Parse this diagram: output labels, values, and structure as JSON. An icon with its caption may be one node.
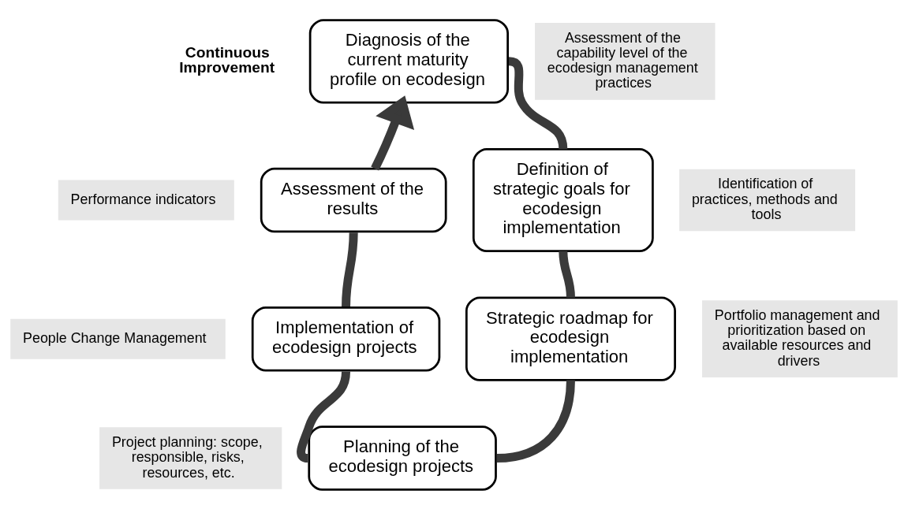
{
  "diagram": {
    "nodes": [
      {
        "text": [
          "Diagnosis of the current maturity profile on ecodesign"
        ],
        "beside": [
          "Assessment of the capability level of the ecodesign management practices"
        ]
      },
      {
        "text": [
          "Definition of strategic goals for ecodesign implementation"
        ],
        "beside": [
          "Identification of practices, methods and tools"
        ]
      },
      {
        "text": [
          "Strategic roadmap for ecodesign implementation"
        ],
        "beside": [
          "Portfolio management and prioritization based on available resources and drivers"
        ]
      },
      {
        "text": [
          "Planning of the ecodesign projects"
        ],
        "beside": [
          "Project planning: scope, responsible, risks, resources, etc."
        ]
      },
      {
        "text": [
          "Implementation of ecodesign projects"
        ],
        "beside": [
          "People Change Management"
        ]
      },
      {
        "text": [
          "Assessment of the results"
        ],
        "beside": [
          "Performance indicators"
        ]
      }
    ],
    "edges": [
      {
        "from": 0,
        "to": 1,
        "arrow": "none"
      },
      {
        "from": 1,
        "to": 2,
        "arrow": "none"
      },
      {
        "from": 2,
        "to": 3,
        "arrow": "none"
      },
      {
        "from": 3,
        "to": 4,
        "arrow": "none"
      },
      {
        "from": 4,
        "to": 5,
        "arrow": "none"
      },
      {
        "from": 5,
        "to": 0,
        "arrow": "to"
      }
    ],
    "labels": [
      "Continuous Improvement"
    ]
  }
}
